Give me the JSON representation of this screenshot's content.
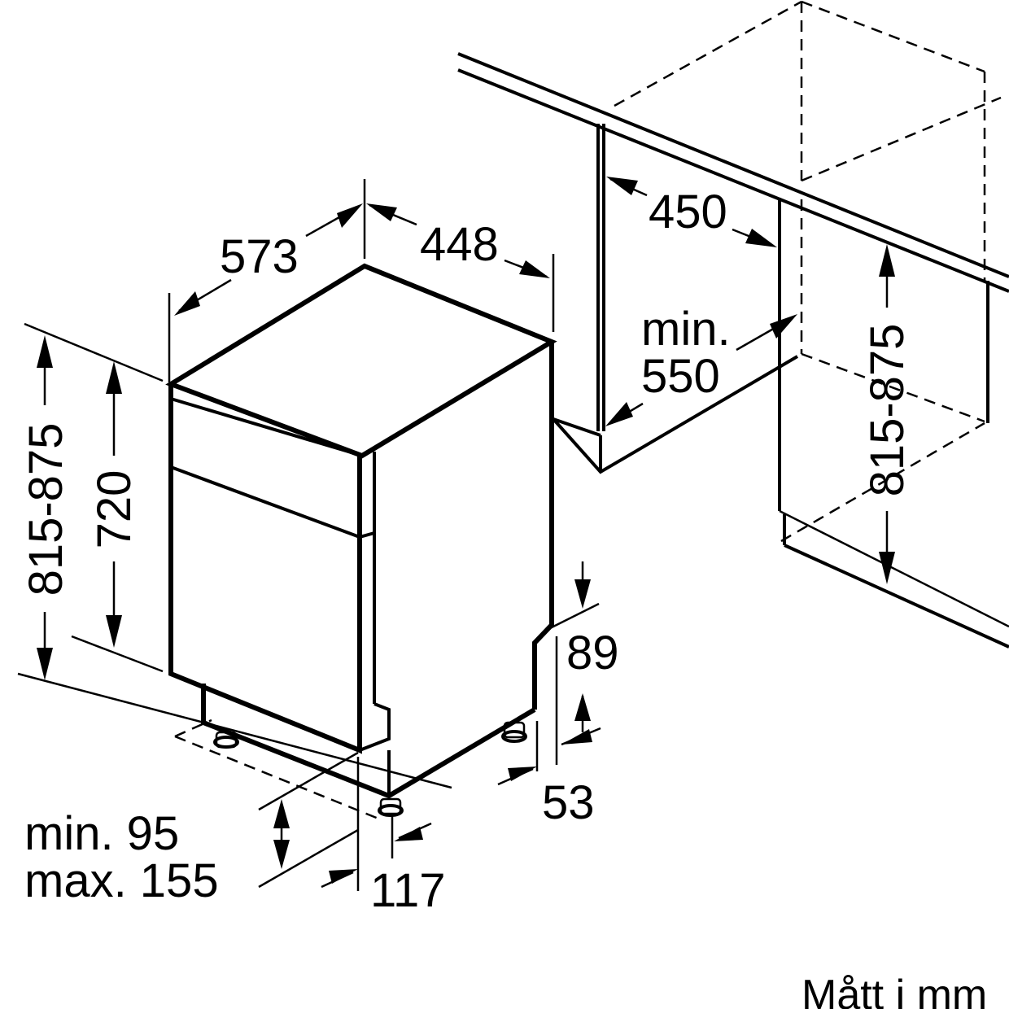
{
  "dimensions": {
    "depth_573": "573",
    "width_448": "448",
    "niche_width_450": "450",
    "niche_min": "min.",
    "niche_min_550": "550",
    "niche_height": "815-875",
    "overall_height": "815-875",
    "body_height_720": "720",
    "plinth_89": "89",
    "foot_53": "53",
    "plinth_min": "min. 95",
    "plinth_max": "max. 155",
    "foot_117": "117"
  },
  "footer": {
    "units_note": "Mått i mm"
  }
}
